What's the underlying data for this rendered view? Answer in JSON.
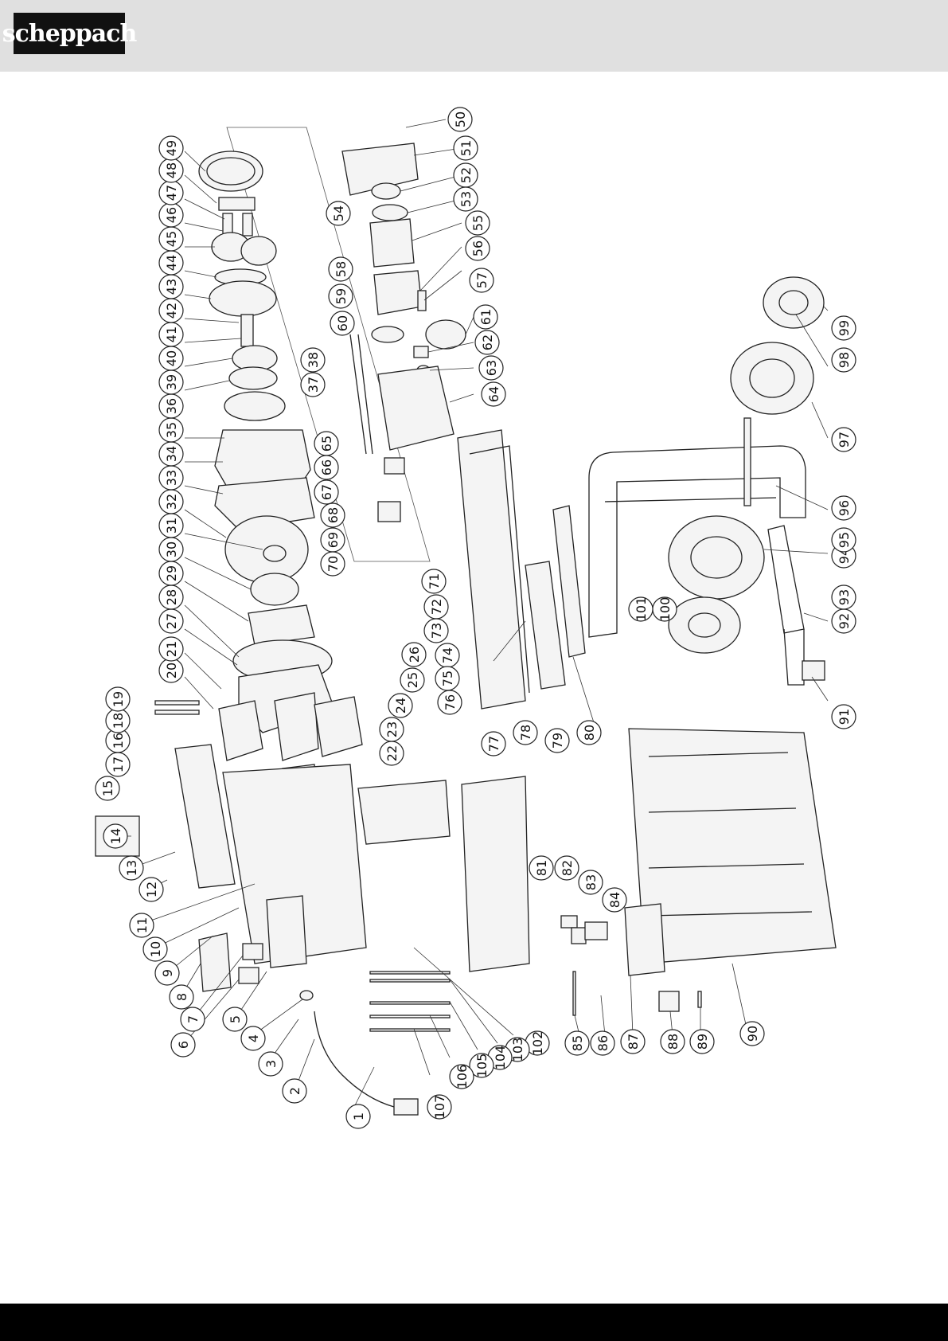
{
  "header": {
    "brand": "scheppach",
    "logo_icon": "scheppach-logo"
  },
  "diagram": {
    "type": "exploded-parts-view",
    "callouts": [
      {
        "n": "1"
      },
      {
        "n": "2"
      },
      {
        "n": "3"
      },
      {
        "n": "4"
      },
      {
        "n": "5"
      },
      {
        "n": "6"
      },
      {
        "n": "7"
      },
      {
        "n": "8"
      },
      {
        "n": "9"
      },
      {
        "n": "10"
      },
      {
        "n": "11"
      },
      {
        "n": "12"
      },
      {
        "n": "13"
      },
      {
        "n": "14"
      },
      {
        "n": "15"
      },
      {
        "n": "16"
      },
      {
        "n": "17"
      },
      {
        "n": "18"
      },
      {
        "n": "19"
      },
      {
        "n": "20"
      },
      {
        "n": "21"
      },
      {
        "n": "22"
      },
      {
        "n": "23"
      },
      {
        "n": "24"
      },
      {
        "n": "25"
      },
      {
        "n": "26"
      },
      {
        "n": "27"
      },
      {
        "n": "28"
      },
      {
        "n": "29"
      },
      {
        "n": "30"
      },
      {
        "n": "31"
      },
      {
        "n": "32"
      },
      {
        "n": "33"
      },
      {
        "n": "34"
      },
      {
        "n": "35"
      },
      {
        "n": "36"
      },
      {
        "n": "37"
      },
      {
        "n": "38"
      },
      {
        "n": "39"
      },
      {
        "n": "40"
      },
      {
        "n": "41"
      },
      {
        "n": "42"
      },
      {
        "n": "43"
      },
      {
        "n": "44"
      },
      {
        "n": "45"
      },
      {
        "n": "46"
      },
      {
        "n": "47"
      },
      {
        "n": "48"
      },
      {
        "n": "49"
      },
      {
        "n": "50"
      },
      {
        "n": "51"
      },
      {
        "n": "52"
      },
      {
        "n": "53"
      },
      {
        "n": "54"
      },
      {
        "n": "55"
      },
      {
        "n": "56"
      },
      {
        "n": "57"
      },
      {
        "n": "58"
      },
      {
        "n": "59"
      },
      {
        "n": "60"
      },
      {
        "n": "61"
      },
      {
        "n": "62"
      },
      {
        "n": "63"
      },
      {
        "n": "64"
      },
      {
        "n": "65"
      },
      {
        "n": "66"
      },
      {
        "n": "67"
      },
      {
        "n": "68"
      },
      {
        "n": "69"
      },
      {
        "n": "70"
      },
      {
        "n": "71"
      },
      {
        "n": "72"
      },
      {
        "n": "73"
      },
      {
        "n": "74"
      },
      {
        "n": "75"
      },
      {
        "n": "76"
      },
      {
        "n": "77"
      },
      {
        "n": "78"
      },
      {
        "n": "79"
      },
      {
        "n": "80"
      },
      {
        "n": "81"
      },
      {
        "n": "82"
      },
      {
        "n": "83"
      },
      {
        "n": "84"
      },
      {
        "n": "85"
      },
      {
        "n": "86"
      },
      {
        "n": "87"
      },
      {
        "n": "88"
      },
      {
        "n": "89"
      },
      {
        "n": "90"
      },
      {
        "n": "91"
      },
      {
        "n": "92"
      },
      {
        "n": "93"
      },
      {
        "n": "94"
      },
      {
        "n": "95"
      },
      {
        "n": "96"
      },
      {
        "n": "97"
      },
      {
        "n": "98"
      },
      {
        "n": "99"
      },
      {
        "n": "100"
      },
      {
        "n": "101"
      },
      {
        "n": "102"
      },
      {
        "n": "103"
      },
      {
        "n": "104"
      },
      {
        "n": "105"
      },
      {
        "n": "106"
      },
      {
        "n": "107"
      }
    ]
  }
}
